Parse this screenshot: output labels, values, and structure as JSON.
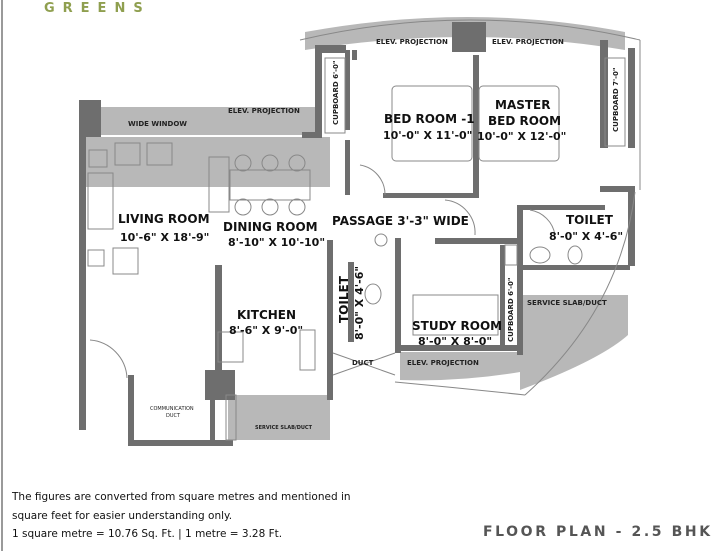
{
  "brand": "GREENS",
  "rooms": {
    "living": {
      "name": "LIVING ROOM",
      "size": "10'-6\" X 18'-9\""
    },
    "dining": {
      "name": "DINING ROOM",
      "size": "8'-10\" X 10'-10\""
    },
    "bed1": {
      "name": "BED ROOM -1",
      "size": "10'-0\" X 11'-0\""
    },
    "master": {
      "name1": "MASTER",
      "name2": "BED ROOM",
      "size": "10'-0\" X 12'-0\""
    },
    "passage": {
      "name": "PASSAGE 3'-3\" WIDE"
    },
    "toilet1": {
      "name": "TOILET",
      "size": "8'-0\" X 4'-6\""
    },
    "toilet2": {
      "name": "TOILET",
      "size": "8'-0\" X 4'-6\""
    },
    "kitchen": {
      "name": "KITCHEN",
      "size": "8'-6\" X 9'-0\""
    },
    "study": {
      "name": "STUDY ROOM",
      "size": "8'-0\" X 8'-0\""
    }
  },
  "labels": {
    "elev1": "ELEV. PROJECTION",
    "elev2": "ELEV. PROJECTION",
    "elev3": "ELEV. PROJECTION",
    "elev4": "ELEV. PROJECTION",
    "wide_window": "WIDE WINDOW",
    "cupboard1": "CUPBOARD 6'-0\"",
    "cupboard2": "CUPBOARD 7'-0\"",
    "cupboard3": "CUPBOARD 6'-0\"",
    "duct": "DUCT",
    "service1": "SERVICE SLAB/DUCT",
    "service2": "SERVICE SLAB/DUCT",
    "comm1": "COMMUNICATION",
    "comm2": "DUCT"
  },
  "notes": [
    "The figures are converted from square metres and mentioned in",
    "square feet for easier understanding only.",
    "1 square metre = 10.76 Sq. Ft.  |  1 metre = 3.28 Ft."
  ],
  "title": "FLOOR PLAN - 2.5 BHK",
  "colors": {
    "wall": "#6e6e6e",
    "shade": "#b8b8b8",
    "brand": "#a4b36a"
  }
}
